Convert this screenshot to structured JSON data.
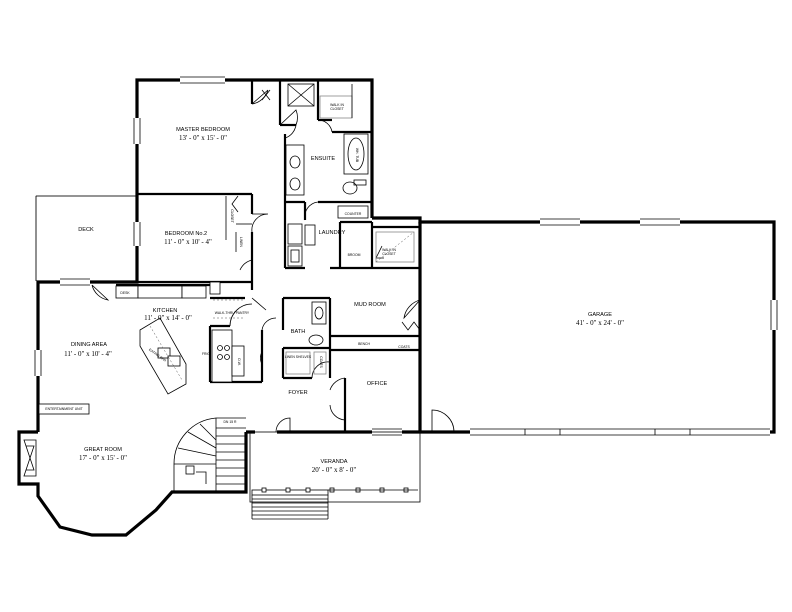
{
  "rooms": {
    "master_bedroom": {
      "name": "MASTER BEDROOM",
      "size": "13' - 0\" x 15' - 0\""
    },
    "ensuite": {
      "name": "ENSUITE"
    },
    "walk_in_closet_master": {
      "line1": "WALK IN",
      "line2": "CLOSET"
    },
    "whirlpool": {
      "name": "WH. TUB"
    },
    "deck": {
      "name": "DECK"
    },
    "bedroom2": {
      "name": "BEDROOM No.2",
      "size": "11' - 0\" x 10' - 4\""
    },
    "laundry": {
      "name": "LAUNDRY"
    },
    "broom": {
      "name": "BROOM"
    },
    "counter": {
      "name": "COUNTER"
    },
    "closet_bed2": {
      "name": "CLOSET"
    },
    "linen": {
      "name": "LINEN"
    },
    "walk_in_closet_mud": {
      "line1": "WALK IN",
      "line2": "CLOSET"
    },
    "desk": {
      "name": "DESK"
    },
    "kitchen": {
      "name": "KITCHEN",
      "size": "11' - 0\" x 14' - 0\""
    },
    "pantry": {
      "name": "WALK-THRU PANTRY"
    },
    "dining": {
      "name": "DINING AREA",
      "size": "11' - 0\" x 10' - 4\""
    },
    "bath": {
      "name": "BATH"
    },
    "mud_room": {
      "name": "MUD ROOM"
    },
    "bench": {
      "name": "BENCH"
    },
    "coats": {
      "name": "COATS"
    },
    "garage": {
      "name": "GARAGE",
      "size": "41' - 0\" x 24' - 0\""
    },
    "foyer": {
      "name": "FOYER"
    },
    "office": {
      "name": "OFFICE"
    },
    "entertainment": {
      "name": "ENTERTAINMENT UNIT"
    },
    "great_room": {
      "name": "GREAT ROOM",
      "size": "17' - 0\" x 15' - 0\""
    },
    "veranda": {
      "name": "VERANDA",
      "size": "20' - 0\" x 8' - 0\""
    },
    "stairs": {
      "name": "DN 15 R"
    },
    "island": {
      "name": "EATING BAR"
    },
    "fridge": {
      "name": "FRIG"
    },
    "dw": {
      "name": "D.W."
    },
    "coats_foyer": {
      "name": "COATS"
    },
    "shelves": {
      "name": "LINEN SHELVES"
    }
  }
}
